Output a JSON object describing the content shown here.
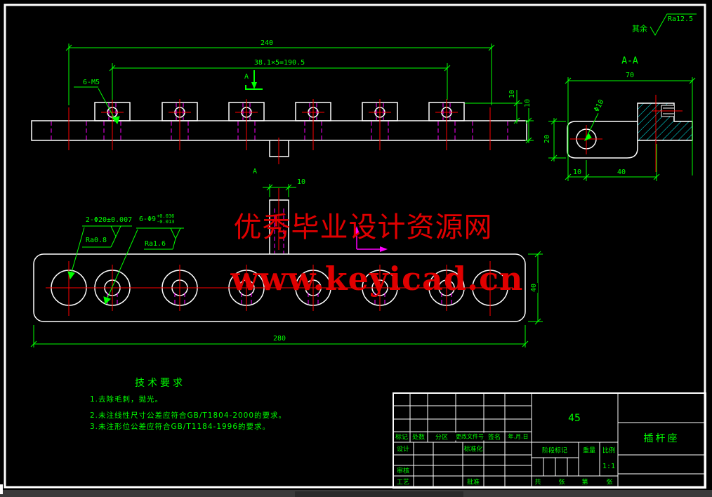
{
  "colors": {
    "line_green": "#00ff00",
    "line_red": "#ff0000",
    "line_magenta": "#ff00ff",
    "hatch_cyan": "#00ffff",
    "object_white": "#ffffff",
    "watermark_red": "#e00000",
    "background": "#000000"
  },
  "watermark": {
    "line1": "优秀毕业设计资源网",
    "line2": "www.keyicad.cn"
  },
  "general_note": {
    "prefix": "其余",
    "roughness": "Ra12.5"
  },
  "front_view": {
    "holes_label": "6-M5",
    "dim_overall": "240",
    "dim_pitch": "38.1×5=190.5",
    "dim_tab_height": "10",
    "dim_plate_thickness": "10",
    "dim_section_height": "20",
    "section_letter": "A"
  },
  "section_view": {
    "title": "A-A",
    "dim_width": "70",
    "hole_label": "Φ10",
    "dim_edge_to_hole": "10",
    "dim_hole_spacing": "40"
  },
  "plan_view": {
    "dim_length": "280",
    "dim_width": "40",
    "dim_tab_width": "10",
    "pin_holes_label": "2-Φ20±0.007",
    "pin_holes_ra": "Ra0.8",
    "screw_holes_label": "6-Φ9",
    "screw_holes_tol_upper": "+0.036",
    "screw_holes_tol_lower": "-0.013",
    "screw_holes_ra": "Ra1.6"
  },
  "tech_req": {
    "title": "技术要求",
    "items": [
      "1.去除毛刺，抛光。",
      "2.未注线性尺寸公差应符合GB/T1804-2000的要求。",
      "3.未注形位公差应符合GB/T1184-1996的要求。"
    ]
  },
  "title_block": {
    "material": "45",
    "part_name": "插杆座",
    "scale_value": "1:1",
    "header": [
      "标记",
      "处数",
      "分区",
      "更改文件号",
      "签名",
      "年.月.日"
    ],
    "design": "设计",
    "standardization": "标准化",
    "review": "审核",
    "process": "工艺",
    "approve": "批准",
    "stage_mark": "阶段标记",
    "weight": "重量",
    "scale": "比例",
    "sheet_total_prefix": "共",
    "sheet_total_suffix": "张",
    "sheet_no_prefix": "第",
    "sheet_no_suffix": "张"
  }
}
